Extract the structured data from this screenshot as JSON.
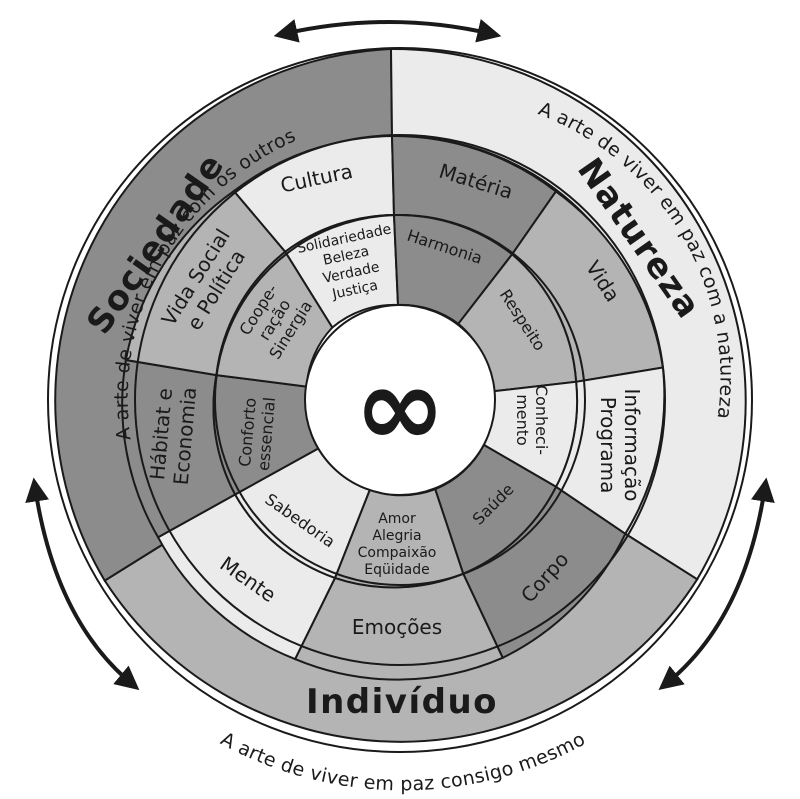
{
  "outer_phrases": {
    "others": "A arte de viver em paz com os outros",
    "nature": "A arte de viver em paz com a natureza",
    "self": "A arte de viver em paz consigo mesmo"
  },
  "domains": {
    "sociedade": "Sociedade",
    "natureza": "Natureza",
    "individuo": "Indivíduo"
  },
  "outer_sectors": {
    "cultura": "Cultura",
    "materia": "Matéria",
    "vida": "Vida",
    "informacao": [
      "Informação",
      "Programa"
    ],
    "corpo": "Corpo",
    "emocoes": "Emoções",
    "mente": "Mente",
    "habitat": [
      "Hábitat e",
      "Economia"
    ],
    "vida_social": [
      "Vida Social",
      "e Política"
    ]
  },
  "middle_sectors": {
    "harmonia": "Harmonia",
    "respeito": "Respeito",
    "conhecimento": [
      "Conheci-",
      "mento"
    ],
    "saude": "Saúde",
    "valores_emocionais": [
      "Amor",
      "Alegria",
      "Compaixão",
      "Eqüidade"
    ],
    "sabedoria": "Sabedoria",
    "conforto": [
      "Conforto",
      "essencial"
    ],
    "cooperacao": [
      "Coope-",
      "ração",
      "Sinergia"
    ],
    "valores_culturais": [
      "Solidariedade",
      "Beleza",
      "Verdade",
      "Justiça"
    ]
  },
  "center_symbol": "∞",
  "colors": {
    "dark": "#8c8c8c",
    "medium": "#b4b4b4",
    "light": "#ebebeb",
    "white": "#ffffff",
    "stroke": "#1a1a1a"
  }
}
